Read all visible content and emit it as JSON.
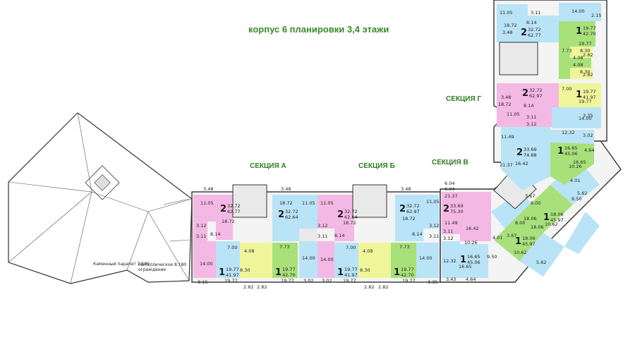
{
  "title": "корпус 6 планировки 3,4 этажи",
  "sections": {
    "a": "СЕКЦИЯ А",
    "b": "СЕКЦИЯ Б",
    "v": "СЕКЦИЯ В",
    "g": "СЕКЦИЯ Г"
  },
  "roof_notes": {
    "parapet": "Каменный парапет 7.580",
    "fence_1": "Металлическое 8.180",
    "fence_2": "ограждение"
  },
  "colors": {
    "pink": "#f4b8e4",
    "blue": "#b9e3f7",
    "green": "#a8e07a",
    "yellow": "#f0f59a",
    "gray": "#e9e9e9",
    "title_green": "#3a8a2a"
  },
  "apartments": [
    {
      "rooms": "2",
      "living": "32.72",
      "total": "62.77"
    },
    {
      "rooms": "2",
      "living": "32.72",
      "total": "62.64"
    },
    {
      "rooms": "2",
      "living": "32.72",
      "total": "62.64"
    },
    {
      "rooms": "2",
      "living": "32.72",
      "total": "62.97"
    },
    {
      "rooms": "2",
      "living": "33.69",
      "total": "75.30"
    },
    {
      "rooms": "1",
      "living": "19.77",
      "total": "41.97"
    },
    {
      "rooms": "1",
      "living": "19.77",
      "total": "42.70"
    },
    {
      "rooms": "1",
      "living": "19.77",
      "total": "41.97"
    },
    {
      "rooms": "1",
      "living": "19.77",
      "total": "42.70"
    },
    {
      "rooms": "1",
      "living": "16.65",
      "total": "45.06"
    },
    {
      "rooms": "1",
      "living": "18.06",
      "total": "45.97"
    },
    {
      "rooms": "1",
      "living": "18.06",
      "total": "45.97"
    },
    {
      "rooms": "1",
      "living": "16.65",
      "total": "45.06"
    },
    {
      "rooms": "2",
      "living": "33.69",
      "total": "74.88"
    },
    {
      "rooms": "2",
      "living": "32.72",
      "total": "62.97"
    },
    {
      "rooms": "1",
      "living": "19.77",
      "total": "41.97"
    },
    {
      "rooms": "1",
      "living": "19.77",
      "total": "42.70"
    },
    {
      "rooms": "2",
      "living": "32.72",
      "total": "62.77"
    }
  ],
  "room_areas": [
    "3.48",
    "11.05",
    "3.12",
    "3.11",
    "8.14",
    "18.72",
    "14.00",
    "7.00",
    "19.77",
    "3.15",
    "8.30",
    "4.08",
    "2.82",
    "2.82",
    "7.73",
    "19.77",
    "3.48",
    "18.72",
    "11.05",
    "14.00",
    "3.02",
    "3.02",
    "11.05",
    "3.12",
    "3.11",
    "8.14",
    "18.72",
    "14.00",
    "7.00",
    "19.77",
    "8.30",
    "4.08",
    "3.48",
    "18.72",
    "8.14",
    "3.11",
    "3.12",
    "11.05",
    "14.00",
    "7.73",
    "19.77",
    "2.82",
    "2.82",
    "3.35",
    "6.04",
    "21.37",
    "11.49",
    "16.42",
    "3.11",
    "3.12",
    "12.32",
    "10.26",
    "4.01",
    "9.50",
    "16.65",
    "3.43",
    "4.64",
    "8.00",
    "3.67",
    "10.62",
    "18.06",
    "18.06",
    "3.67",
    "8.00",
    "10.62",
    "5.62",
    "5.62",
    "9.50",
    "4.01",
    "10.26",
    "16.65",
    "6.04",
    "11.49",
    "21.37",
    "16.42",
    "12.32",
    "3.02",
    "4.64",
    "3.48",
    "18.72",
    "8.14",
    "3.11",
    "3.12",
    "11.05",
    "14.00",
    "3.35",
    "7.00",
    "19.77",
    "19.77",
    "8.30",
    "4.08",
    "2.82",
    "7.73",
    "8.30",
    "4.08",
    "2.82",
    "11.05",
    "3.11",
    "18.72",
    "8.14",
    "14.00",
    "2.15",
    "3.48"
  ]
}
